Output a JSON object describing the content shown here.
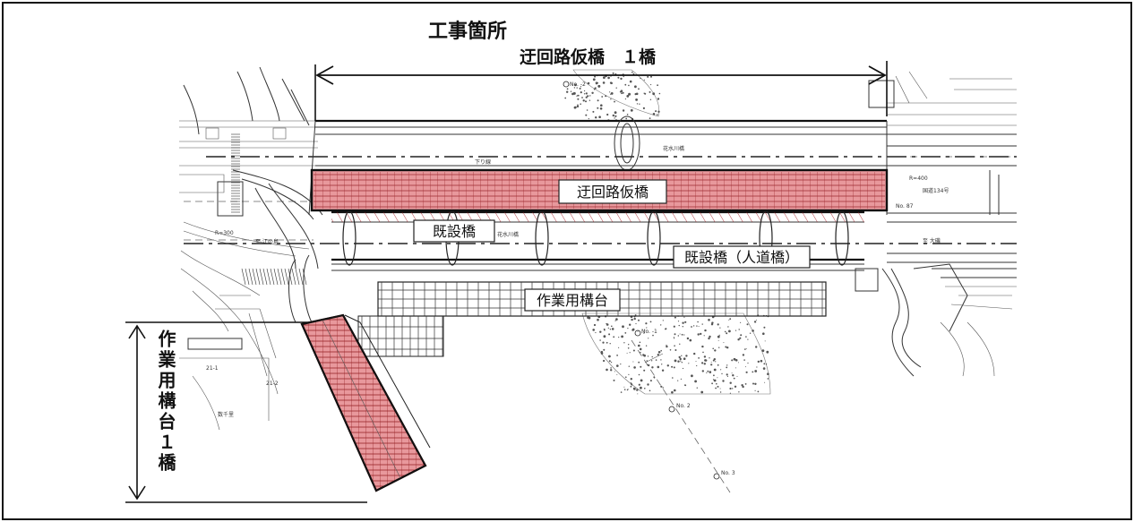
{
  "labels": {
    "construction_site": "工事箇所",
    "temp_bridge_span": "迂回路仮橋　１橋",
    "temp_bridge": "迂回路仮橋",
    "existing_bridge": "既設橋",
    "existing_ped_bridge": "既設橋（人道橋）",
    "work_platform": "作業用構台",
    "work_platform_count": "作業用構台１橋"
  },
  "colors": {
    "highlight_fill": "#e8989c",
    "highlight_stroke": "#c0141c",
    "line": "#111111",
    "gravel": "#555555"
  },
  "icons": [
    "dimension-arrow-icon",
    "dimension-arrow-icon"
  ]
}
